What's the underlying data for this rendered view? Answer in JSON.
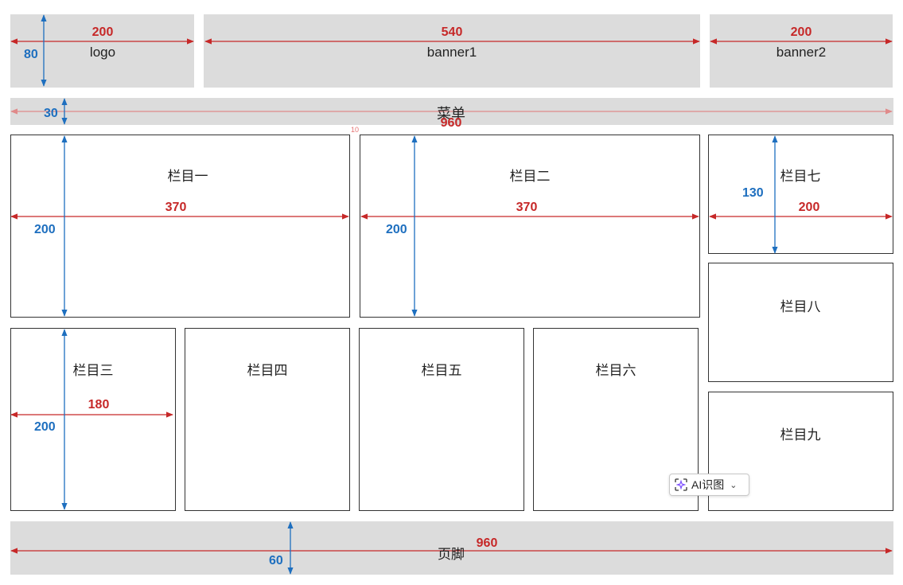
{
  "header": {
    "logo": {
      "label": "logo",
      "width": "200",
      "height": "80"
    },
    "banner1": {
      "label": "banner1",
      "width": "540"
    },
    "banner2": {
      "label": "banner2",
      "width": "200"
    }
  },
  "menu": {
    "label": "菜单",
    "width": "960",
    "height": "30",
    "gap": "10"
  },
  "sections": {
    "col1": {
      "label": "栏目一",
      "width": "370",
      "height": "200"
    },
    "col2": {
      "label": "栏目二",
      "width": "370",
      "height": "200"
    },
    "col3": {
      "label": "栏目三",
      "width": "180",
      "height": "200"
    },
    "col4": {
      "label": "栏目四"
    },
    "col5": {
      "label": "栏目五"
    },
    "col6": {
      "label": "栏目六"
    },
    "col7": {
      "label": "栏目七",
      "width": "200",
      "height": "130"
    },
    "col8": {
      "label": "栏目八"
    },
    "col9": {
      "label": "栏目九"
    }
  },
  "footer": {
    "label": "页脚",
    "width": "960",
    "height": "60"
  },
  "ai_button": {
    "label": "AI识图",
    "icon": "ai-sparkle-icon"
  },
  "colors": {
    "width_dim": "#c62828",
    "height_dim": "#1e6fbf",
    "block_fill": "#dcdcdc"
  }
}
